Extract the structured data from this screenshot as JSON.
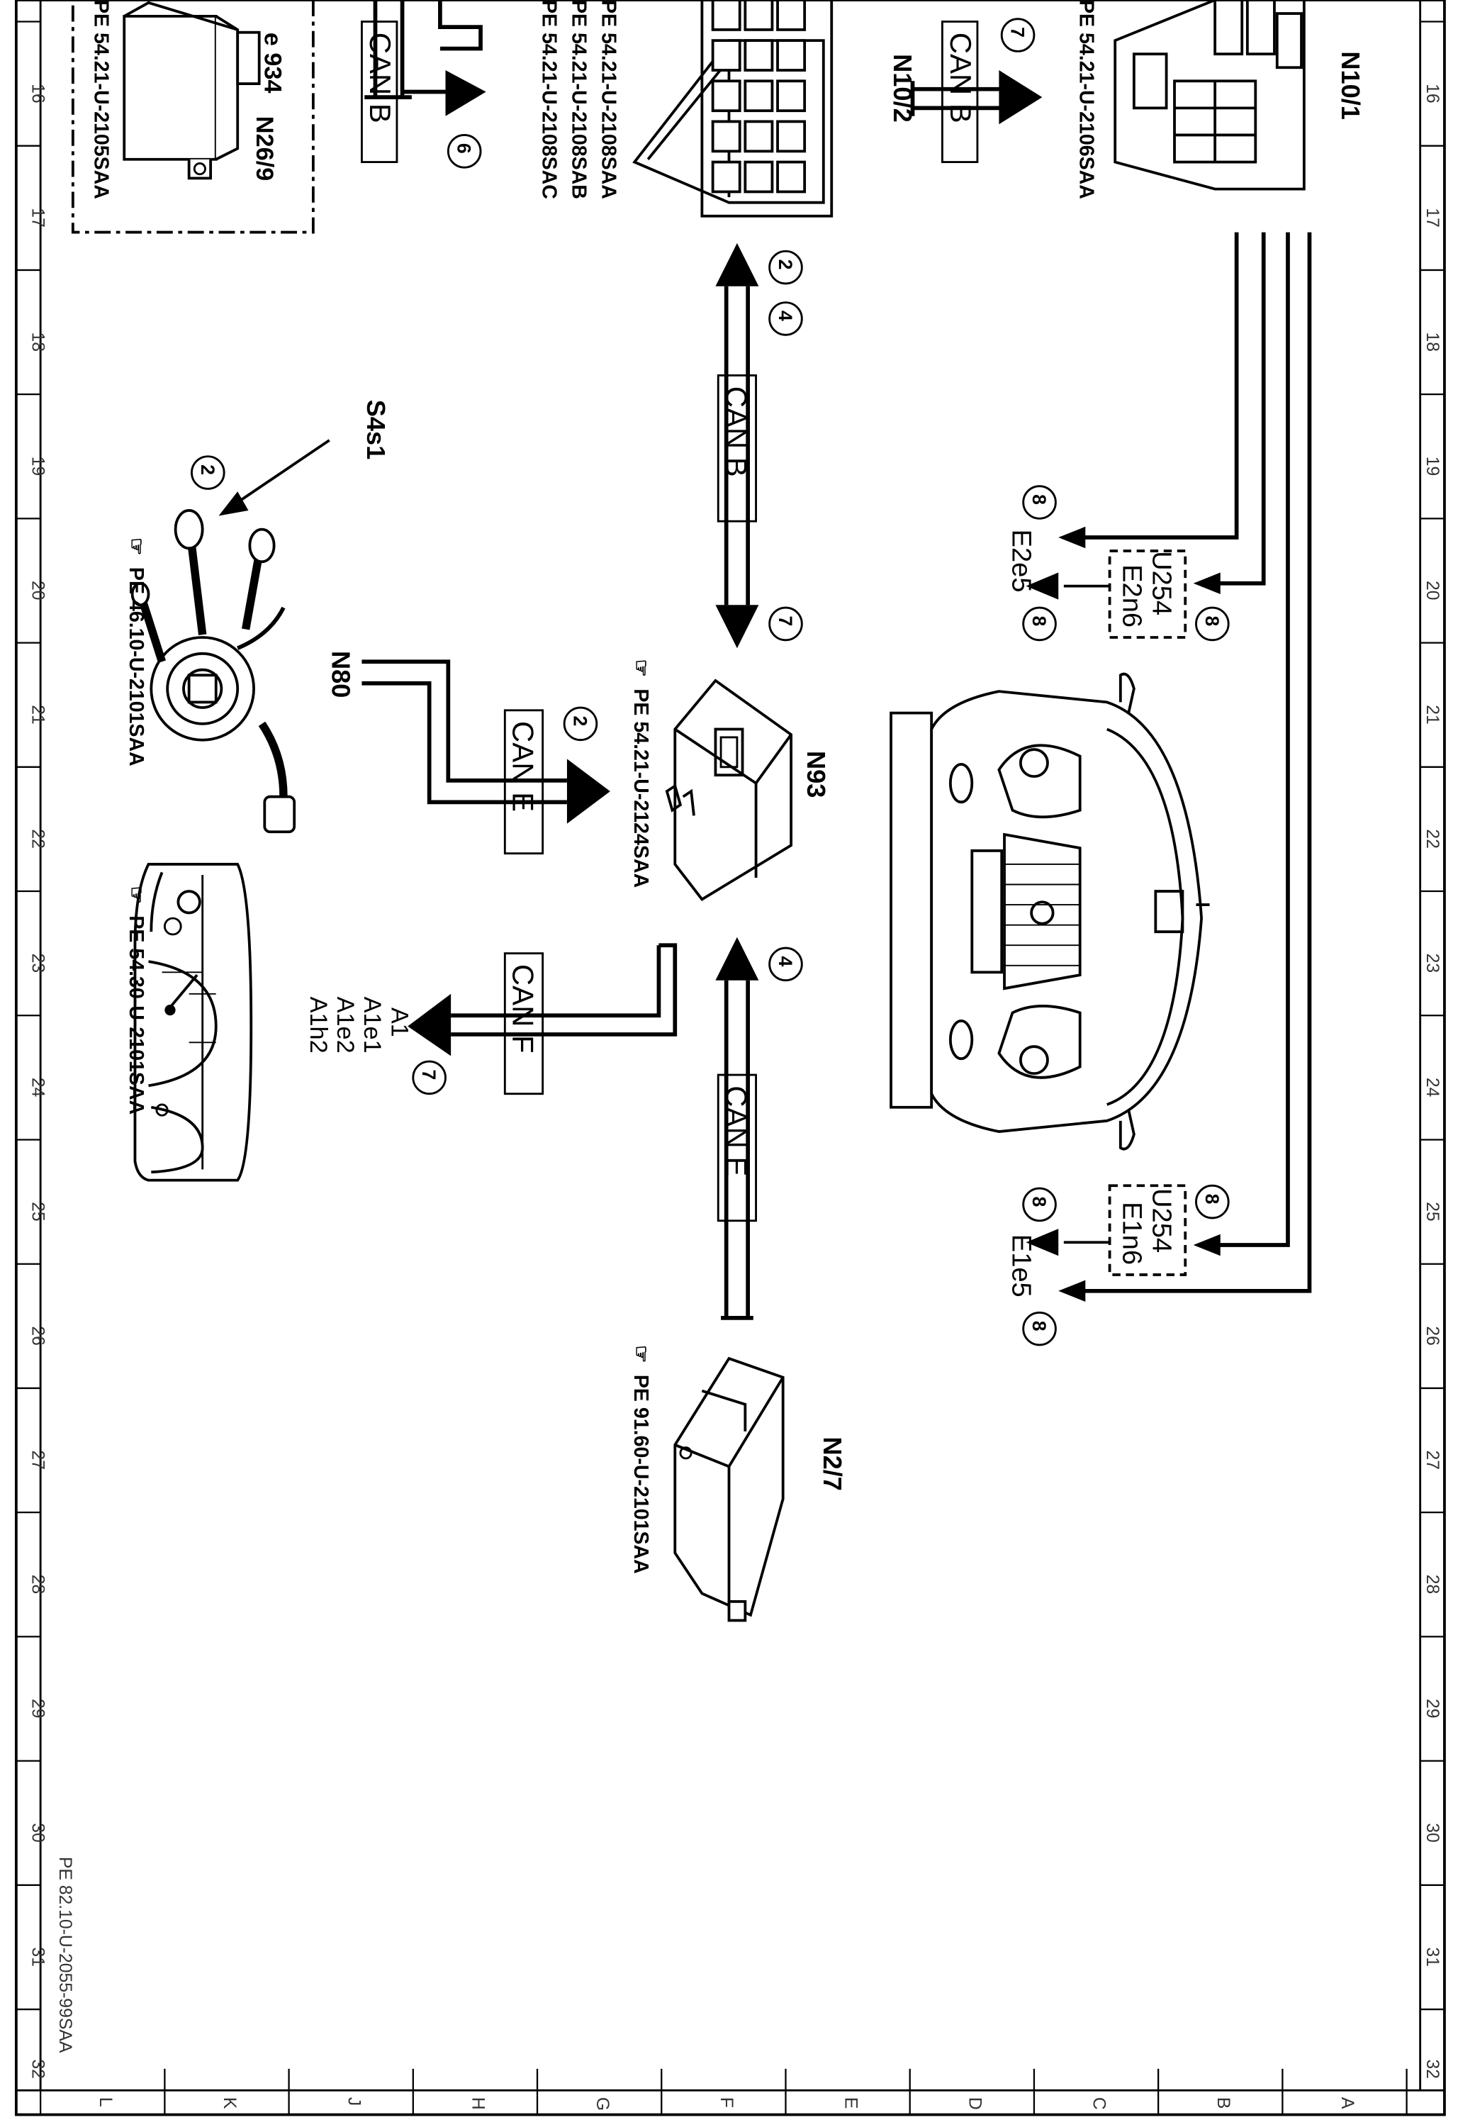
{
  "frame": {
    "row_numbers": [
      "16",
      "17",
      "18",
      "19",
      "20",
      "21",
      "22",
      "23",
      "24",
      "25",
      "26",
      "27",
      "28",
      "29",
      "30",
      "31",
      "32"
    ],
    "col_letters": [
      "L",
      "K",
      "J",
      "H",
      "G",
      "F",
      "E",
      "D",
      "C",
      "B",
      "A"
    ],
    "doc_number": "PE 82.10-U-2055-99SAA"
  },
  "components": {
    "n26_9": {
      "id": "N26/9",
      "ref": "PE 54.21-U-2105SAA",
      "fragment": "e 934"
    },
    "n10_2": {
      "id": "N10/2",
      "refs": [
        "PE 54.21-U-2108SAA",
        "PE 54.21-U-2108SAB",
        "PE 54.21-U-2108SAC"
      ]
    },
    "n10_1": {
      "id": "N10/1",
      "ref": "PE 54.21-U-2106SAA"
    },
    "s4s1": {
      "id": "S4s1"
    },
    "n80": {
      "id": "N80",
      "ref": "PE 46.10-U-2101SAA"
    },
    "n93": {
      "id": "N93",
      "ref": "PE 54.21-U-2124SAA"
    },
    "n2_7": {
      "id": "N2/7",
      "ref": "PE 91.60-U-2101SAA"
    },
    "a1": {
      "ids": [
        "A1",
        "A1e1",
        "A1e2",
        "A1h2"
      ],
      "ref": "PE 54.30-U-2101SAA"
    },
    "lamp_right": {
      "module": "U254",
      "lamp": "E2n6",
      "outer": "E2e5"
    },
    "lamp_left": {
      "module": "U254",
      "lamp": "E1n6",
      "outer": "E1e5"
    }
  },
  "buses": {
    "can_b": "CAN B",
    "can_e": "CAN E",
    "can_f": "CAN F"
  },
  "callouts": {
    "c2": "2",
    "c4": "4",
    "c6": "6",
    "c7": "7",
    "c8": "8"
  }
}
